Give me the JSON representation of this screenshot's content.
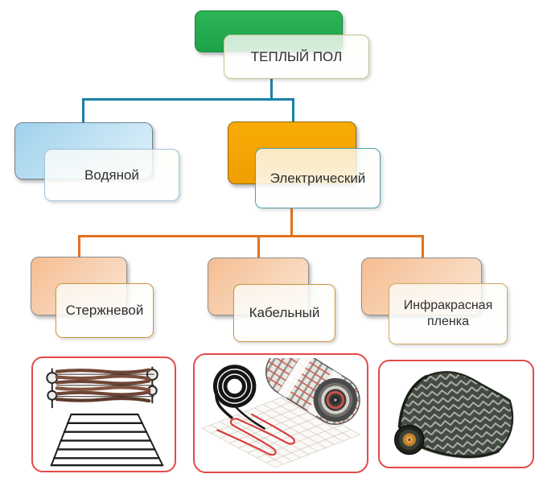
{
  "tree": {
    "root": {
      "label": "ТЕПЛЫЙ ПОЛ"
    },
    "children": [
      {
        "label": "Водяной"
      },
      {
        "label": "Электрический",
        "children": [
          {
            "label": "Стержневой"
          },
          {
            "label": "Кабельный"
          },
          {
            "label": "Инфракрасная пленка"
          }
        ]
      }
    ]
  },
  "images": [
    {
      "name": "rod-heating-mat-photo"
    },
    {
      "name": "cable-heating-mat-photo"
    },
    {
      "name": "infrared-film-roll-photo"
    }
  ],
  "colors": {
    "root_green": "#25ad4c",
    "water_blue": "#9fd2ec",
    "electric_amber": "#f5a500",
    "branch_peach": "#f5bd92",
    "connector_teal": "#1981a8",
    "connector_orange": "#e2711d",
    "photo_frame_red": "#e34a4a"
  }
}
